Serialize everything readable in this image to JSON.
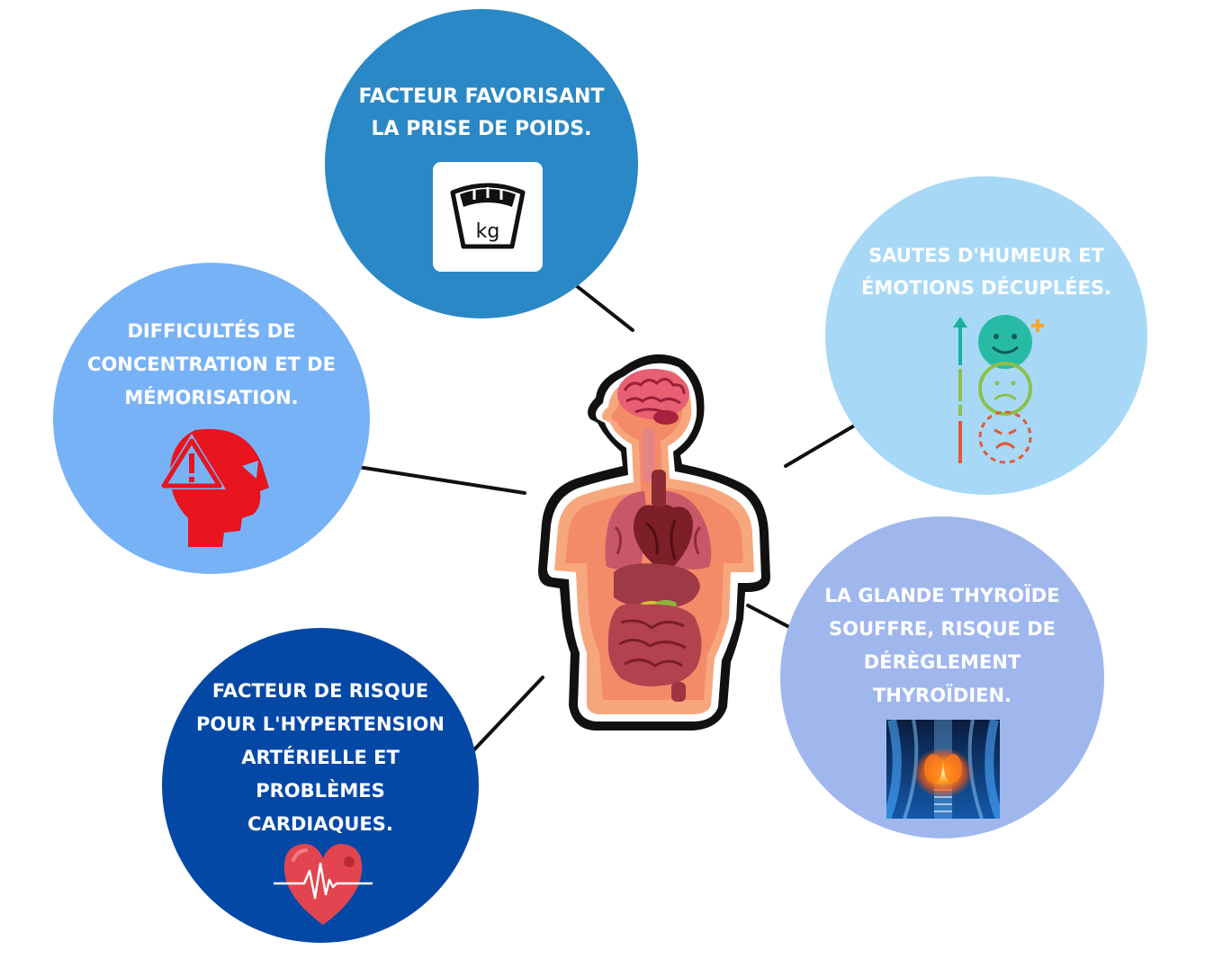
{
  "bubbles": {
    "weight": {
      "lines": [
        "Facteur favorisant",
        "la prise de poids."
      ],
      "color": "#2a88c6",
      "icon": "scale-icon"
    },
    "mood": {
      "lines": [
        "Sautes d'humeur et",
        "émotions décuplées."
      ],
      "color": "#a7d9f7",
      "icon": "mood-scale-icon"
    },
    "concentration": {
      "lines": [
        "Difficultés de",
        "concentration et de",
        "mémorisation."
      ],
      "color": "#78b2f6",
      "icon": "head-warning-icon"
    },
    "thyroid": {
      "lines": [
        "La glande thyroïde",
        "souffre, risque de",
        "dérèglement",
        "thyroïdien."
      ],
      "color": "#a0b7ee",
      "icon": "thyroid-image"
    },
    "hypertension": {
      "lines": [
        "Facteur de risque",
        "pour l'hypertension",
        "artérielle et",
        "problèmes",
        "cardiaques."
      ],
      "color": "#0448a6",
      "icon": "heart-pulse-icon"
    }
  },
  "scale_label": "kg",
  "center": {
    "icon": "human-anatomy-icon"
  }
}
